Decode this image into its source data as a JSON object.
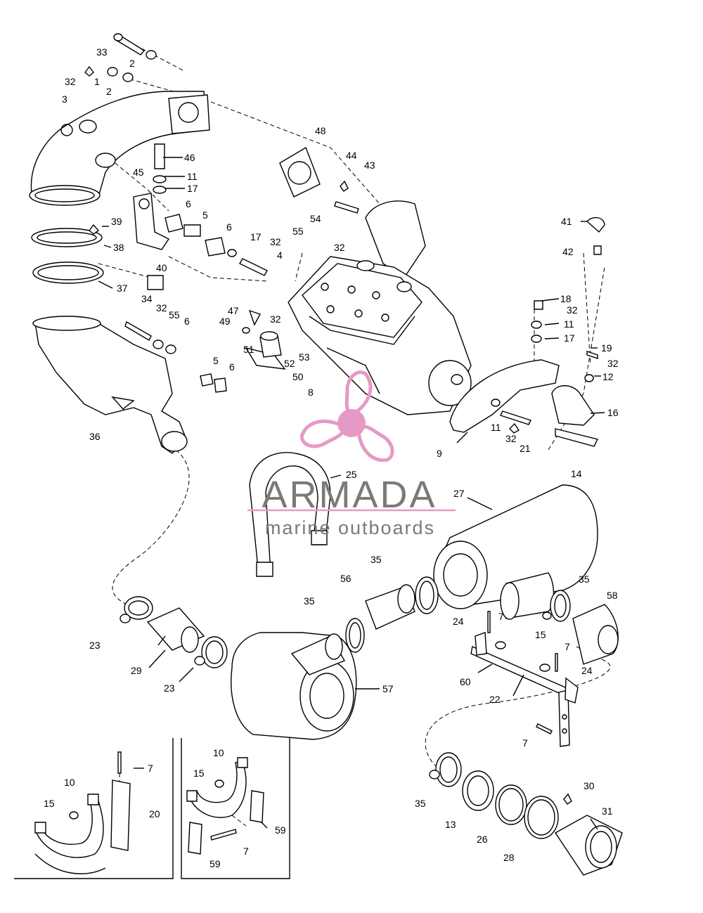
{
  "watermark": {
    "title": "ARMADA",
    "subtitle": "marine outboards",
    "logo_icon": "propeller-logo-icon",
    "accent_color": "#e59ac6",
    "text_color": "#7a7a7a"
  },
  "labels": [
    {
      "id": "l1",
      "text": "33"
    },
    {
      "id": "l2",
      "text": "2"
    },
    {
      "id": "l3",
      "text": "32"
    },
    {
      "id": "l4",
      "text": "1"
    },
    {
      "id": "l5",
      "text": "2"
    },
    {
      "id": "l6",
      "text": "3"
    },
    {
      "id": "l7",
      "text": "48"
    },
    {
      "id": "l8",
      "text": "46"
    },
    {
      "id": "l9",
      "text": "45"
    },
    {
      "id": "l10",
      "text": "11"
    },
    {
      "id": "l11",
      "text": "17"
    },
    {
      "id": "l12",
      "text": "44"
    },
    {
      "id": "l13",
      "text": "43"
    },
    {
      "id": "l14",
      "text": "6"
    },
    {
      "id": "l15",
      "text": "5"
    },
    {
      "id": "l16",
      "text": "6"
    },
    {
      "id": "l17",
      "text": "39"
    },
    {
      "id": "l18",
      "text": "17"
    },
    {
      "id": "l19",
      "text": "32"
    },
    {
      "id": "l20",
      "text": "4"
    },
    {
      "id": "l21",
      "text": "54"
    },
    {
      "id": "l22",
      "text": "55"
    },
    {
      "id": "l23",
      "text": "32"
    },
    {
      "id": "l24",
      "text": "41"
    },
    {
      "id": "l25",
      "text": "38"
    },
    {
      "id": "l26",
      "text": "42"
    },
    {
      "id": "l27",
      "text": "40"
    },
    {
      "id": "l28",
      "text": "37"
    },
    {
      "id": "l29",
      "text": "34"
    },
    {
      "id": "l30",
      "text": "32"
    },
    {
      "id": "l31",
      "text": "55"
    },
    {
      "id": "l32",
      "text": "6"
    },
    {
      "id": "l33",
      "text": "47"
    },
    {
      "id": "l34",
      "text": "32"
    },
    {
      "id": "l35",
      "text": "49"
    },
    {
      "id": "l36",
      "text": "18"
    },
    {
      "id": "l37",
      "text": "32"
    },
    {
      "id": "l38",
      "text": "11"
    },
    {
      "id": "l39",
      "text": "17"
    },
    {
      "id": "l40",
      "text": "19"
    },
    {
      "id": "l41",
      "text": "32"
    },
    {
      "id": "l42",
      "text": "12"
    },
    {
      "id": "l43",
      "text": "16"
    },
    {
      "id": "l44",
      "text": "51"
    },
    {
      "id": "l45",
      "text": "52"
    },
    {
      "id": "l46",
      "text": "53"
    },
    {
      "id": "l47",
      "text": "50"
    },
    {
      "id": "l48",
      "text": "8"
    },
    {
      "id": "l49",
      "text": "5"
    },
    {
      "id": "l50",
      "text": "6"
    },
    {
      "id": "l51",
      "text": "36"
    },
    {
      "id": "l52",
      "text": "11"
    },
    {
      "id": "l53",
      "text": "32"
    },
    {
      "id": "l54",
      "text": "21"
    },
    {
      "id": "l55",
      "text": "9"
    },
    {
      "id": "l56",
      "text": "14"
    },
    {
      "id": "l57",
      "text": "25"
    },
    {
      "id": "l58",
      "text": "27"
    },
    {
      "id": "l59",
      "text": "35"
    },
    {
      "id": "l60",
      "text": "56"
    },
    {
      "id": "l61",
      "text": "35"
    },
    {
      "id": "l62",
      "text": "35"
    },
    {
      "id": "l63",
      "text": "58"
    },
    {
      "id": "l64",
      "text": "7"
    },
    {
      "id": "l65",
      "text": "24"
    },
    {
      "id": "l66",
      "text": "15"
    },
    {
      "id": "l67",
      "text": "7"
    },
    {
      "id": "l68",
      "text": "23"
    },
    {
      "id": "l69",
      "text": "29"
    },
    {
      "id": "l70",
      "text": "23"
    },
    {
      "id": "l71",
      "text": "57"
    },
    {
      "id": "l72",
      "text": "60"
    },
    {
      "id": "l73",
      "text": "24"
    },
    {
      "id": "l74",
      "text": "22"
    },
    {
      "id": "l75",
      "text": "7"
    },
    {
      "id": "l76",
      "text": "7"
    },
    {
      "id": "l77",
      "text": "10"
    },
    {
      "id": "l78",
      "text": "10"
    },
    {
      "id": "l79",
      "text": "15"
    },
    {
      "id": "l80",
      "text": "15"
    },
    {
      "id": "l81",
      "text": "20"
    },
    {
      "id": "l82",
      "text": "59"
    },
    {
      "id": "l83",
      "text": "7"
    },
    {
      "id": "l84",
      "text": "59"
    },
    {
      "id": "l85",
      "text": "35"
    },
    {
      "id": "l86",
      "text": "30"
    },
    {
      "id": "l87",
      "text": "31"
    },
    {
      "id": "l88",
      "text": "13"
    },
    {
      "id": "l89",
      "text": "26"
    },
    {
      "id": "l90",
      "text": "28"
    }
  ]
}
